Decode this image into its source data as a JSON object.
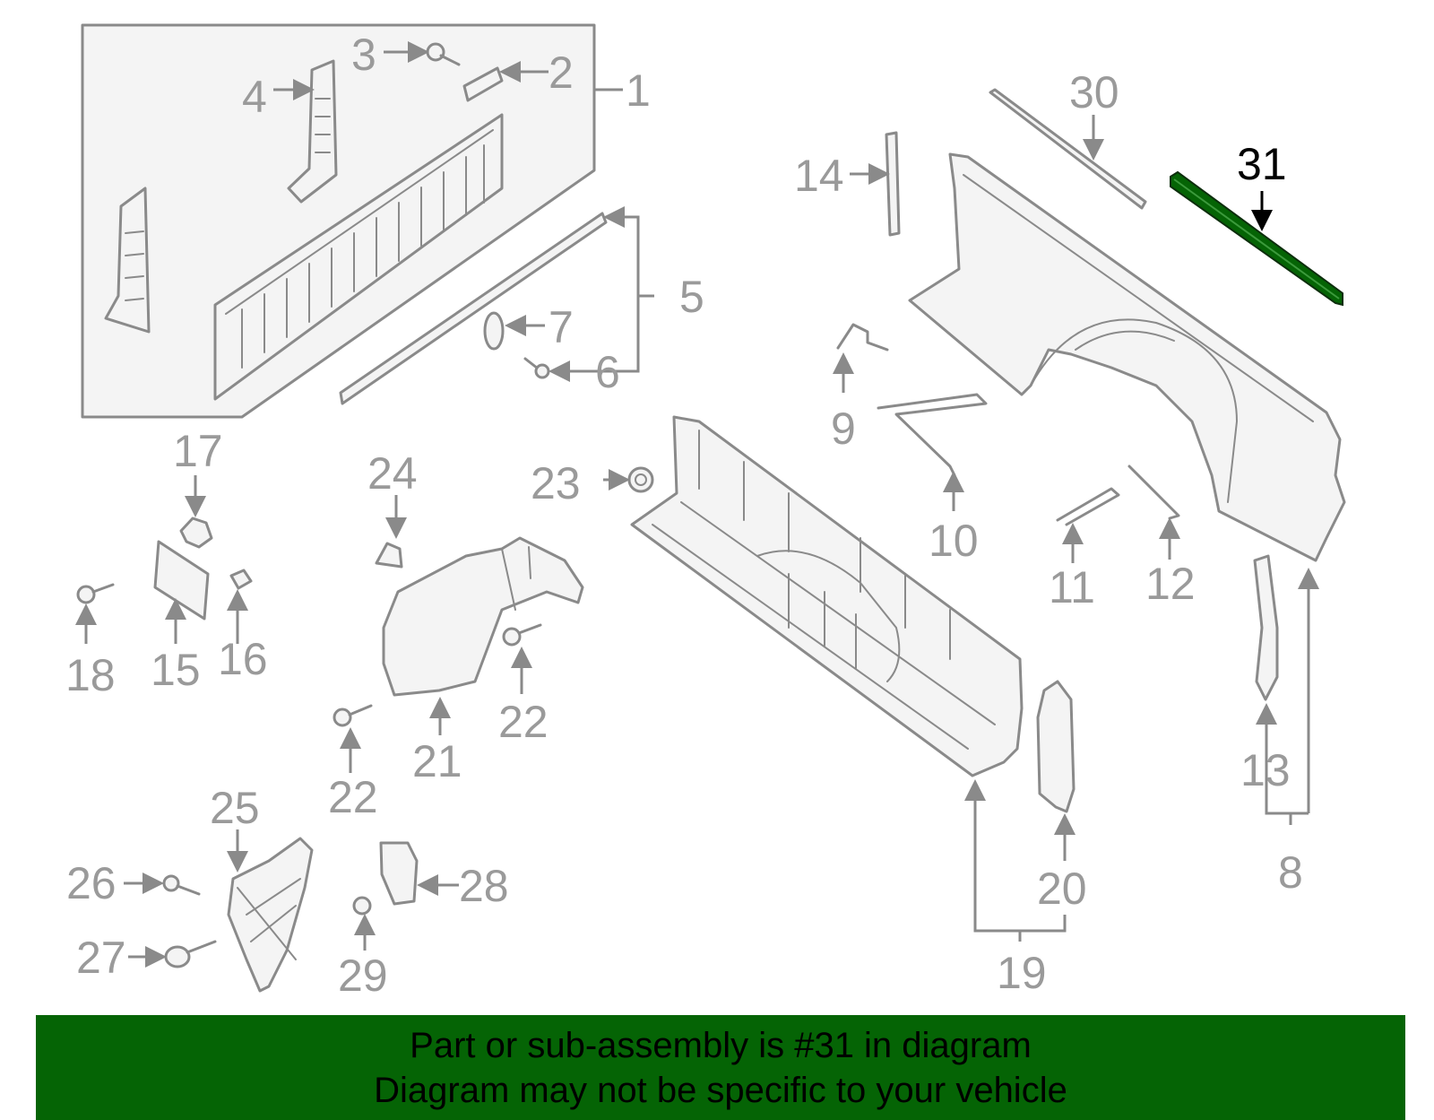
{
  "callouts": {
    "c1": "1",
    "c2": "2",
    "c3": "3",
    "c4": "4",
    "c5": "5",
    "c6": "6",
    "c7": "7",
    "c8": "8",
    "c9": "9",
    "c10": "10",
    "c11": "11",
    "c12": "12",
    "c13": "13",
    "c14": "14",
    "c15": "15",
    "c16": "16",
    "c17": "17",
    "c18": "18",
    "c19": "19",
    "c20": "20",
    "c21": "21",
    "c22a": "22",
    "c22b": "22",
    "c23": "23",
    "c24": "24",
    "c25": "25",
    "c26": "26",
    "c27": "27",
    "c28": "28",
    "c29": "29",
    "c30": "30",
    "c31": "31"
  },
  "highlight": {
    "part_number": "31",
    "color": "#056405"
  },
  "colors": {
    "line": "#8a8a8a",
    "label": "#9a9a9a",
    "panel_fill": "#f4f4f4",
    "banner": "#056405"
  },
  "banner": {
    "line1": "Part or sub-assembly is #31 in diagram",
    "line2": "Diagram may not be specific to your vehicle"
  }
}
